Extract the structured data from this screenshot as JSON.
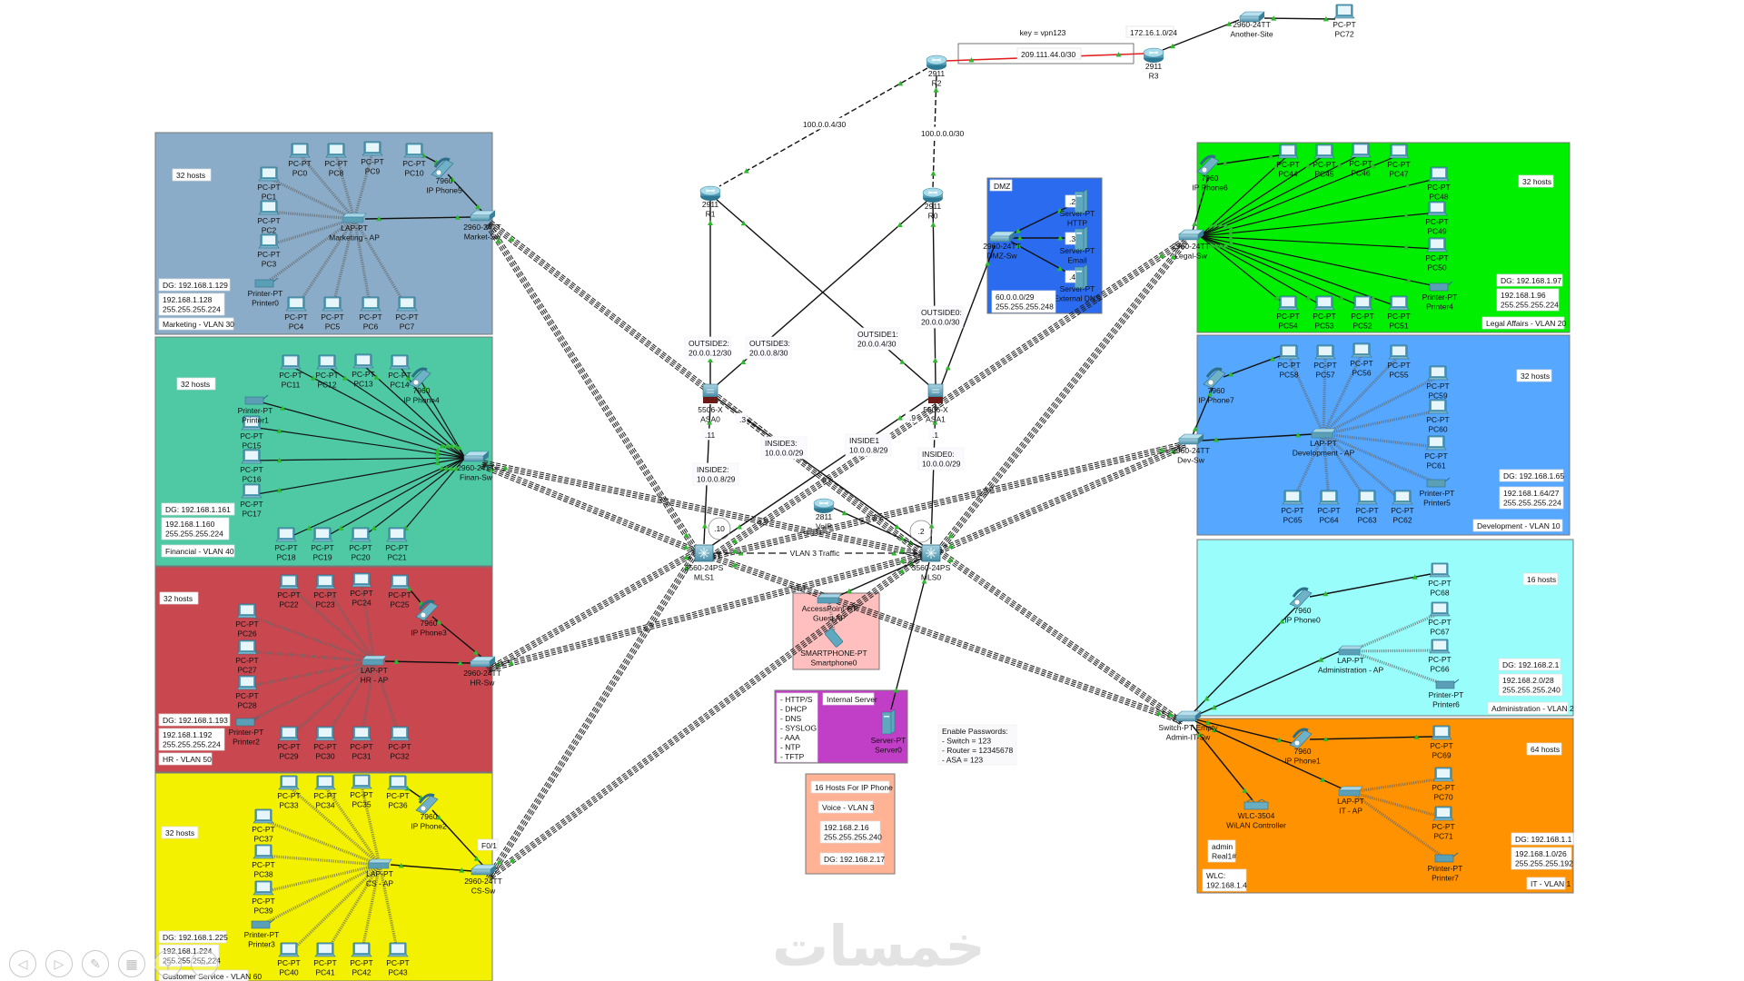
{
  "colors": {
    "marketing": "#8aacc8",
    "financial": "#4ec9a4",
    "hr": "#c9474f",
    "cs": "#f3f100",
    "legal": "#00ee00",
    "development": "#55a7ff",
    "administration": "#98fdfb",
    "it": "#ff9200",
    "dmz": "#2b6bf0",
    "guest": "#ffbfbf",
    "server": "#c13fc6",
    "voice": "#ffb394",
    "vpn_link": "#e02020"
  },
  "wan": {
    "key_label": "key = vpn123",
    "vpn_net": "209.111.44.0/30",
    "r2": {
      "model": "2911",
      "name": "R2"
    },
    "r3": {
      "model": "2911",
      "name": "R3"
    },
    "remote_net": "172.16.1.0/24",
    "another_site": {
      "model": "2960-24TT",
      "name": "Another-Site"
    },
    "pc72": {
      "model": "PC-PT",
      "name": "PC72"
    },
    "link_r1": "100.0.0.4/30",
    "link_r0": "100.0.0.0/30",
    "r1": {
      "model": "2911",
      "name": "R1"
    },
    "r0": {
      "model": "2911",
      "name": "R0"
    }
  },
  "firewall": {
    "outside2": [
      "OUTSIDE2:",
      "20.0.0.12/30"
    ],
    "outside3": [
      "OUTSIDE3:",
      "20.0.0.8/30"
    ],
    "outside1": [
      "OUTSIDE1:",
      "20.0.0.4/30"
    ],
    "outside0": [
      "OUTSIDE0:",
      "20.0.0.0/30"
    ],
    "asa0": {
      "model": "5506-X",
      "name": "ASA0"
    },
    "asa1": {
      "model": "5506-X",
      "name": "ASA1"
    },
    "inside2": [
      "INSIDE2:",
      "10.0.0.8/29"
    ],
    "inside3": [
      "INSIDE3:",
      "10.0.0.0/29"
    ],
    "inside1": [
      "INSIDE1",
      "10.0.0.8/29"
    ],
    "inside0": [
      "INSIDE0:",
      "10.0.0.0/29"
    ],
    "ip_11": ".11",
    "ip_3": ".3",
    "ip_9": ".9",
    "ip_1": ".1",
    "ip_10": ".10",
    "ip_2": ".2"
  },
  "core": {
    "mls1": {
      "model": "3560-24PS",
      "name": "MLS1"
    },
    "mls0": {
      "model": "3560-24PS",
      "name": "MLS0"
    },
    "vlan3_label": "VLAN 3 Traffic",
    "voip": {
      "model": "2811",
      "name": "VoIP"
    }
  },
  "dmz": {
    "title": "DMZ",
    "switch": {
      "model": "2960-24TT",
      "name": "DMZ-Sw"
    },
    "servers": [
      {
        "ip": ".2",
        "model": "Server-PT",
        "name": "HTTP"
      },
      {
        "ip": ".3",
        "model": "Server-PT",
        "name": "Email"
      },
      {
        "ip": ".4",
        "model": "Server-PT",
        "name": "External DNS"
      }
    ],
    "net": [
      "60.0.0.0/29",
      "255.255.255.248"
    ]
  },
  "guest": {
    "ap": {
      "model": "AccessPoint-PT",
      "name": "Guest AP"
    },
    "phone": {
      "model": "SMARTPHONE-PT",
      "name": "Smartphone0"
    }
  },
  "internal_server": {
    "title": "Internal Server",
    "services": [
      "- HTTP/S",
      "- DHCP",
      "- DNS",
      "- SYSLOG",
      "- AAA",
      "- NTP",
      "- TFTP"
    ],
    "server": {
      "model": "Server-PT",
      "name": "Server0"
    }
  },
  "passwords": [
    "Enable Passwords:",
    "- Switch = 123",
    "- Router = 12345678",
    "- ASA = 123"
  ],
  "voice": {
    "hosts": "16 Hosts For IP Phone",
    "vlan": "Voice - VLAN 3",
    "net": [
      "192.168.2.16",
      "255.255.255.240"
    ],
    "dg": "DG: 192.168.2.17"
  },
  "departments": {
    "marketing": {
      "hosts": "32 hosts",
      "dg": "DG: 192.168.1.129",
      "net": [
        "192.168.1.128",
        "255.255.255.224"
      ],
      "vlan": "Marketing - VLAN 30",
      "switch": {
        "model": "2960-24TT",
        "name": "Market-Sw"
      },
      "ap": {
        "model": "LAP-PT",
        "name": "Marketing - AP"
      },
      "phone": {
        "model": "7960",
        "name": "IP Phone5"
      },
      "printer": {
        "model": "Printer-PT",
        "name": "Printer0"
      },
      "pcs": [
        "PC0",
        "PC8",
        "PC9",
        "PC10",
        "PC1",
        "PC2",
        "PC3",
        "PC4",
        "PC5",
        "PC6",
        "PC7"
      ]
    },
    "financial": {
      "hosts": "32 hosts",
      "dg": "DG: 192.168.1.161",
      "net": [
        "192.168.1.160",
        "255.255.255.224"
      ],
      "vlan": "Financial - VLAN 40",
      "switch": {
        "model": "2960-24TT",
        "name": "Finan-Sw"
      },
      "phone": {
        "model": "7960",
        "name": "IP Phone4"
      },
      "printer": {
        "model": "Printer-PT",
        "name": "Printer1"
      },
      "pcs": [
        "PC11",
        "PC12",
        "PC13",
        "PC14",
        "PC15",
        "PC16",
        "PC17",
        "PC18",
        "PC19",
        "PC20",
        "PC21"
      ]
    },
    "hr": {
      "hosts": "32 hosts",
      "dg": "DG: 192.168.1.193",
      "net": [
        "192.168.1.192",
        "255.255.255.224"
      ],
      "vlan": "HR - VLAN 50",
      "switch": {
        "model": "2960-24TT",
        "name": "HR-Sw"
      },
      "ap": {
        "model": "LAP-PT",
        "name": "HR - AP"
      },
      "phone": {
        "model": "7960",
        "name": "IP Phone3"
      },
      "printer": {
        "model": "Printer-PT",
        "name": "Printer2"
      },
      "pcs": [
        "PC22",
        "PC23",
        "PC24",
        "PC25",
        "PC26",
        "PC27",
        "PC28",
        "PC29",
        "PC30",
        "PC31",
        "PC32"
      ]
    },
    "cs": {
      "hosts": "32 hosts",
      "dg": "DG: 192.168.1.225",
      "net": [
        "192.168.1.224",
        "255.255.255.224"
      ],
      "vlan": "Customer Service - VLAN 60",
      "switch": {
        "model": "2960-24TT",
        "name": "CS-Sw"
      },
      "ap": {
        "model": "LAP-PT",
        "name": "CS - AP"
      },
      "phone": {
        "model": "7960",
        "name": "IP Phone2"
      },
      "printer": {
        "model": "Printer-PT",
        "name": "Printer3"
      },
      "port": "F0/1",
      "pcs": [
        "PC33",
        "PC34",
        "PC35",
        "PC36",
        "PC37",
        "PC38",
        "PC39",
        "PC40",
        "PC41",
        "PC42",
        "PC43"
      ]
    },
    "legal": {
      "hosts": "32 hosts",
      "dg": "DG: 192.168.1.97",
      "net": [
        "192.168.1.96",
        "255.255.255.224"
      ],
      "vlan": "Legal Affairs - VLAN 20",
      "switch": {
        "model": "2960-24TT",
        "name": "Legal-Sw"
      },
      "phone": {
        "model": "7960",
        "name": "IP Phone6"
      },
      "printer": {
        "model": "Printer-PT",
        "name": "Printer4"
      },
      "pcs": [
        "PC44",
        "PC45",
        "PC46",
        "PC47",
        "PC48",
        "PC49",
        "PC50",
        "PC54",
        "PC53",
        "PC52",
        "PC51"
      ]
    },
    "development": {
      "hosts": "32 hosts",
      "dg": "DG: 192.168.1.65",
      "net": [
        "192.168.1.64/27",
        "255.255.255.224"
      ],
      "vlan": "Development - VLAN 10",
      "switch": {
        "model": "2960-24TT",
        "name": "Dev-Sw"
      },
      "ap": {
        "model": "LAP-PT",
        "name": "Development - AP"
      },
      "phone": {
        "model": "7960",
        "name": "IP Phone7"
      },
      "printer": {
        "model": "Printer-PT",
        "name": "Printer5"
      },
      "pcs": [
        "PC58",
        "PC57",
        "PC56",
        "PC55",
        "PC59",
        "PC60",
        "PC61",
        "PC65",
        "PC64",
        "PC63",
        "PC62"
      ]
    },
    "administration": {
      "hosts": "16 hosts",
      "dg": "DG: 192.168.2.1",
      "net": [
        "192.168.2.0/28",
        "255.255.255.240"
      ],
      "vlan": "Administration - VLAN 2",
      "switch": {
        "model": "Switch-PT-Empty",
        "name": "Admin-IT-Sw"
      },
      "ap": {
        "model": "LAP-PT",
        "name": "Administration - AP"
      },
      "phone": {
        "model": "7960",
        "name": "IP Phone0"
      },
      "printer": {
        "model": "Printer-PT",
        "name": "Printer6"
      },
      "pcs": [
        "PC68",
        "PC67",
        "PC66"
      ]
    },
    "it": {
      "hosts": "64 hosts",
      "dg": "DG: 192.168.1.1",
      "net": [
        "192.168.1.0/26",
        "255.255.255.192"
      ],
      "vlan": "IT - VLAN 1",
      "ap": {
        "model": "LAP-PT",
        "name": "IT - AP"
      },
      "phone": {
        "model": "7960",
        "name": "IP Phone1"
      },
      "printer": {
        "model": "Printer-PT",
        "name": "Printer7"
      },
      "wlc": {
        "model": "WLC-3504",
        "name": "WiLAN Controller"
      },
      "wlc_creds": [
        "admin",
        "Real1#"
      ],
      "wlc_ip": [
        "WLC:",
        "192.168.1.4"
      ],
      "pcs": [
        "PC69",
        "PC70",
        "PC71"
      ]
    }
  },
  "pc_model": "PC-PT",
  "toolbar": {
    "items": [
      {
        "icon": "previous-icon",
        "glyph": "◁"
      },
      {
        "icon": "next-icon",
        "glyph": "▷"
      },
      {
        "icon": "pen-icon",
        "glyph": "✎"
      },
      {
        "icon": "slides-icon",
        "glyph": "▦"
      },
      {
        "icon": "zoom-icon",
        "glyph": "⚲"
      },
      {
        "icon": "more-icon",
        "glyph": "•••"
      }
    ]
  },
  "watermark": "خمسات"
}
